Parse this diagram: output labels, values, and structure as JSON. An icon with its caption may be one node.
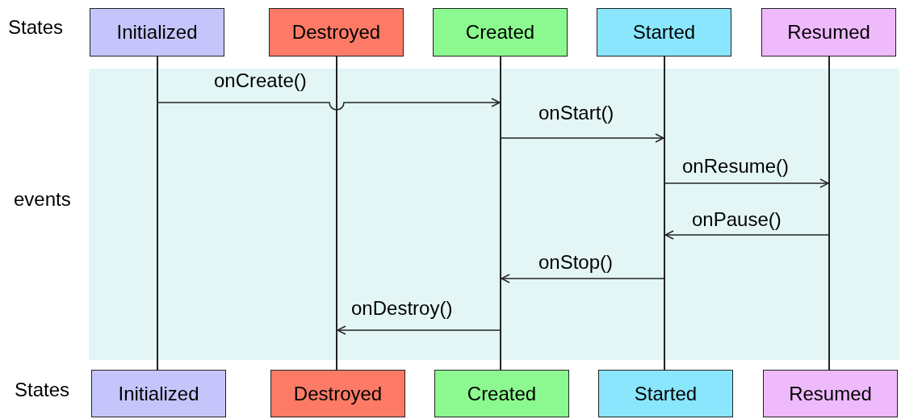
{
  "diagram": {
    "nodes": [
      {
        "text": [
          "Initialized"
        ]
      },
      {
        "text": [
          "Destroyed"
        ]
      },
      {
        "text": [
          "Created"
        ]
      },
      {
        "text": [
          "Started"
        ]
      },
      {
        "text": [
          "Resumed"
        ]
      },
      {
        "text": [
          "Initialized"
        ]
      },
      {
        "text": [
          "Destroyed"
        ]
      },
      {
        "text": [
          "Created"
        ]
      },
      {
        "text": [
          "Started"
        ]
      },
      {
        "text": [
          "Resumed"
        ]
      },
      {
        "text": [],
        "shape": "bar"
      },
      {
        "text": [],
        "shape": "bar"
      },
      {
        "text": [],
        "shape": "bar"
      },
      {
        "text": [],
        "shape": "bar"
      },
      {
        "text": [],
        "shape": "bar"
      }
    ],
    "edges": [
      {
        "from": 10,
        "to": 12,
        "arrow": "to",
        "label": "onCreate()"
      },
      {
        "from": 12,
        "to": 13,
        "arrow": "to",
        "label": "onStart()"
      },
      {
        "from": 13,
        "to": 14,
        "arrow": "to",
        "label": "onResume()"
      },
      {
        "from": 14,
        "to": 13,
        "arrow": "to",
        "label": "onPause()"
      },
      {
        "from": 13,
        "to": 12,
        "arrow": "to",
        "label": "onStop()"
      },
      {
        "from": 12,
        "to": 11,
        "arrow": "to",
        "label": "onDestroy()"
      }
    ],
    "labels": [
      "States",
      "events",
      "States"
    ]
  }
}
